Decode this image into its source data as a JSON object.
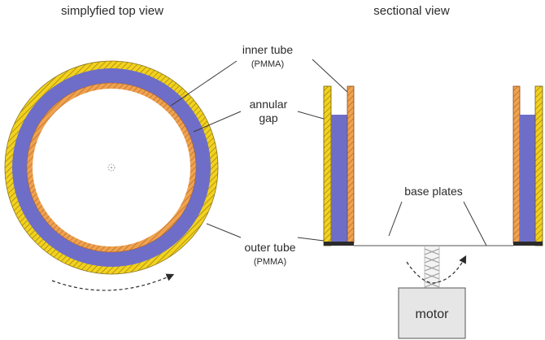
{
  "titles": {
    "top_view": "simplyfied top view",
    "sectional_view": "sectional view"
  },
  "labels": {
    "inner_tube": "inner tube",
    "inner_tube_material": "(PMMA)",
    "annular_gap_1": "annular",
    "annular_gap_2": "gap",
    "outer_tube": "outer tube",
    "outer_tube_material": "(PMMA)",
    "base_plates": "base plates",
    "motor": "motor"
  },
  "colors": {
    "outer_tube": "#f2d21c",
    "inner_tube": "#f0a24e",
    "fluid": "#6e6ec8",
    "hatch": "#9a7a20",
    "line": "#3a3a3a",
    "motor_fill": "#e6e6e6"
  },
  "icons": {
    "rotation_arrow": "curved-arrow-icon",
    "shaft": "shaft-icon"
  }
}
